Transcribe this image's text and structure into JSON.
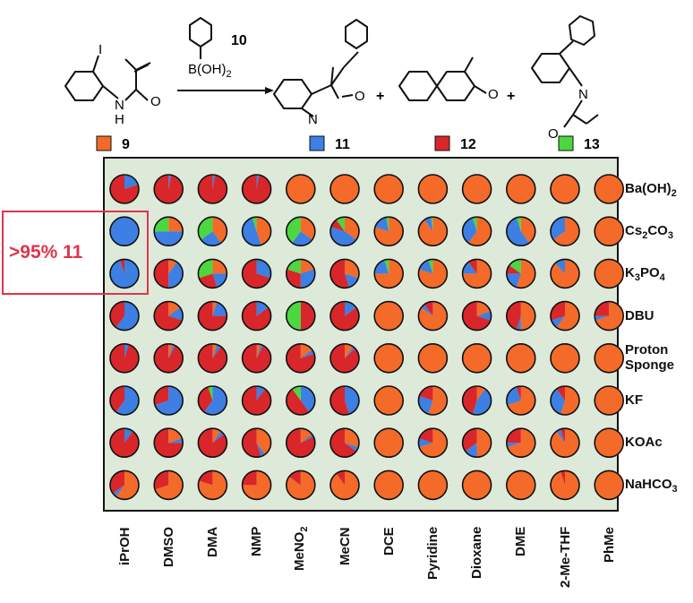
{
  "colors": {
    "c9": "#f46a28",
    "c11": "#3d7fe3",
    "c12": "#d9262b",
    "c13": "#4cd640",
    "plate_bg": "#dde9d9",
    "highlight": "#e0344a"
  },
  "scheme": {
    "boronic_label": "10",
    "boronic_group": "B(OH)",
    "boronic_group_sub": "2",
    "r_iodo": "I",
    "nh": "N",
    "nh_h": "H",
    "oxo": "O",
    "plus": "+",
    "compounds": [
      {
        "id": "9",
        "color": "c9"
      },
      {
        "id": "11",
        "color": "c11"
      },
      {
        "id": "12",
        "color": "c12"
      },
      {
        "id": "13",
        "color": "c13"
      }
    ]
  },
  "callout": {
    "text": ">95% 11"
  },
  "rows": [
    {
      "label": "Ba(OH)",
      "sub": "2",
      "tail": ""
    },
    {
      "label": "Cs",
      "sub": "2",
      "tail": "CO",
      "sub2": "3"
    },
    {
      "label": "K",
      "sub": "3",
      "tail": "PO",
      "sub2": "4"
    },
    {
      "label": "DBU",
      "sub": "",
      "tail": ""
    },
    {
      "label": "Proton",
      "line2": "Sponge"
    },
    {
      "label": "KF",
      "sub": "",
      "tail": ""
    },
    {
      "label": "KOAc",
      "sub": "",
      "tail": ""
    },
    {
      "label": "NaHCO",
      "sub": "3",
      "tail": ""
    }
  ],
  "columns": [
    {
      "label": "iPrOH"
    },
    {
      "label": "DMSO"
    },
    {
      "label": "DMA"
    },
    {
      "label": "NMP"
    },
    {
      "label": "MeNO",
      "sub": "2"
    },
    {
      "label": "MeCN"
    },
    {
      "label": "DCE"
    },
    {
      "label": "Pyridine"
    },
    {
      "label": "Dioxane"
    },
    {
      "label": "DME"
    },
    {
      "label": "2-Me-THF"
    },
    {
      "label": "PhMe"
    }
  ],
  "chart_data": {
    "type": "pie",
    "legend": [
      "9",
      "11",
      "12",
      "13"
    ],
    "note": "",
    "matrix": [
      [
        [
          0,
          20,
          80,
          0
        ],
        [
          0,
          3,
          97,
          0
        ],
        [
          0,
          3,
          97,
          0
        ],
        [
          0,
          3,
          97,
          0
        ],
        [
          100,
          0,
          0,
          0
        ],
        [
          100,
          0,
          0,
          0
        ],
        [
          100,
          0,
          0,
          0
        ],
        [
          100,
          0,
          0,
          0
        ],
        [
          100,
          0,
          0,
          0
        ],
        [
          100,
          0,
          0,
          0
        ],
        [
          100,
          0,
          0,
          0
        ],
        [
          100,
          0,
          0,
          0
        ]
      ],
      [
        [
          0,
          100,
          0,
          0
        ],
        [
          25,
          50,
          0,
          25
        ],
        [
          40,
          25,
          0,
          35
        ],
        [
          45,
          50,
          0,
          5
        ],
        [
          35,
          25,
          0,
          40
        ],
        [
          35,
          45,
          10,
          10
        ],
        [
          80,
          17,
          0,
          3
        ],
        [
          90,
          8,
          0,
          2
        ],
        [
          60,
          35,
          0,
          5
        ],
        [
          40,
          55,
          0,
          5
        ],
        [
          65,
          35,
          0,
          0
        ],
        [
          100,
          0,
          0,
          0
        ]
      ],
      [
        [
          0,
          95,
          5,
          0
        ],
        [
          10,
          40,
          50,
          0
        ],
        [
          25,
          20,
          25,
          30
        ],
        [
          0,
          30,
          70,
          0
        ],
        [
          20,
          30,
          30,
          20
        ],
        [
          30,
          15,
          55,
          0
        ],
        [
          75,
          20,
          0,
          5
        ],
        [
          80,
          15,
          0,
          5
        ],
        [
          75,
          15,
          10,
          0
        ],
        [
          55,
          20,
          10,
          15
        ],
        [
          88,
          12,
          0,
          0
        ],
        [
          100,
          0,
          0,
          0
        ]
      ],
      [
        [
          0,
          60,
          40,
          0
        ],
        [
          15,
          15,
          70,
          0
        ],
        [
          5,
          20,
          75,
          0
        ],
        [
          0,
          15,
          85,
          0
        ],
        [
          0,
          0,
          50,
          50
        ],
        [
          0,
          15,
          85,
          0
        ],
        [
          100,
          0,
          0,
          0
        ],
        [
          85,
          5,
          10,
          0
        ],
        [
          20,
          10,
          70,
          0
        ],
        [
          50,
          5,
          45,
          0
        ],
        [
          60,
          10,
          30,
          0
        ],
        [
          70,
          5,
          25,
          0
        ]
      ],
      [
        [
          0,
          5,
          95,
          0
        ],
        [
          5,
          3,
          92,
          0
        ],
        [
          5,
          5,
          90,
          0
        ],
        [
          5,
          3,
          92,
          0
        ],
        [
          15,
          5,
          80,
          0
        ],
        [
          10,
          3,
          87,
          0
        ],
        [
          100,
          0,
          0,
          0
        ],
        [
          100,
          0,
          0,
          0
        ],
        [
          100,
          0,
          0,
          0
        ],
        [
          100,
          0,
          0,
          0
        ],
        [
          100,
          0,
          0,
          0
        ],
        [
          100,
          0,
          0,
          0
        ]
      ],
      [
        [
          0,
          60,
          40,
          0
        ],
        [
          0,
          70,
          30,
          0
        ],
        [
          0,
          60,
          35,
          5
        ],
        [
          0,
          10,
          90,
          0
        ],
        [
          0,
          40,
          50,
          10
        ],
        [
          0,
          45,
          55,
          0
        ],
        [
          100,
          0,
          0,
          0
        ],
        [
          55,
          25,
          20,
          0
        ],
        [
          10,
          45,
          45,
          0
        ],
        [
          70,
          25,
          5,
          0
        ],
        [
          55,
          35,
          10,
          0
        ],
        [
          100,
          0,
          0,
          0
        ]
      ],
      [
        [
          0,
          10,
          90,
          0
        ],
        [
          20,
          5,
          75,
          0
        ],
        [
          10,
          5,
          85,
          0
        ],
        [
          40,
          5,
          55,
          0
        ],
        [
          15,
          3,
          82,
          0
        ],
        [
          30,
          5,
          65,
          0
        ],
        [
          100,
          0,
          0,
          0
        ],
        [
          70,
          10,
          20,
          0
        ],
        [
          50,
          15,
          35,
          0
        ],
        [
          70,
          5,
          25,
          0
        ],
        [
          90,
          5,
          5,
          0
        ],
        [
          100,
          0,
          0,
          0
        ]
      ],
      [
        [
          60,
          5,
          35,
          0
        ],
        [
          70,
          0,
          30,
          0
        ],
        [
          80,
          0,
          20,
          0
        ],
        [
          75,
          0,
          25,
          0
        ],
        [
          85,
          0,
          15,
          0
        ],
        [
          90,
          0,
          10,
          0
        ],
        [
          100,
          0,
          0,
          0
        ],
        [
          100,
          0,
          0,
          0
        ],
        [
          100,
          0,
          0,
          0
        ],
        [
          100,
          0,
          0,
          0
        ],
        [
          95,
          0,
          5,
          0
        ],
        [
          100,
          0,
          0,
          0
        ]
      ]
    ]
  }
}
